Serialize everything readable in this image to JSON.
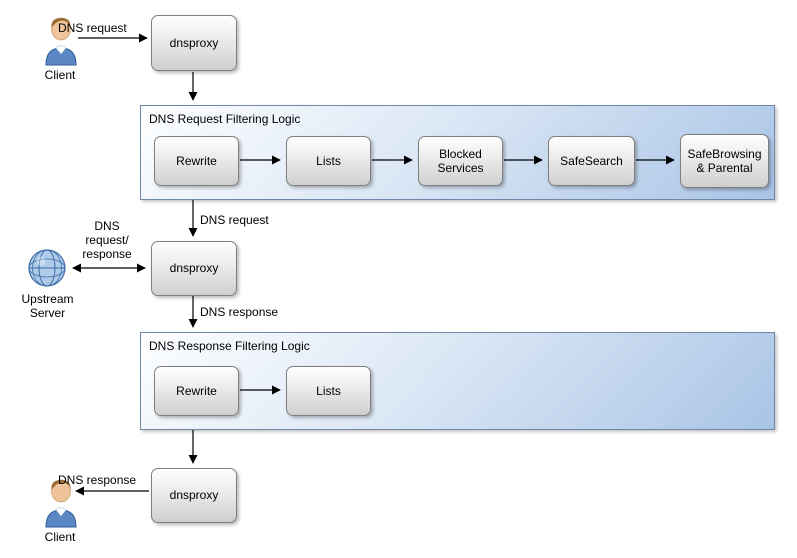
{
  "diagram": {
    "nodes": {
      "client_top": "Client",
      "client_bottom": "Client",
      "upstream": "Upstream\nServer",
      "dnsproxy1": "dnsproxy",
      "dnsproxy2": "dnsproxy",
      "dnsproxy3": "dnsproxy"
    },
    "request_logic": {
      "title": "DNS Request Filtering Logic",
      "steps": [
        "Rewrite",
        "Lists",
        "Blocked Services",
        "SafeSearch",
        "SafeBrowsing & Parental"
      ]
    },
    "response_logic": {
      "title": "DNS Response Filtering Logic",
      "steps": [
        "Rewrite",
        "Lists"
      ]
    },
    "labels": {
      "dns_request_top": "DNS request",
      "dns_request_mid": "DNS request",
      "upstream_exchange": "DNS\nrequest/\nresponse",
      "dns_response_mid": "DNS response",
      "dns_response_bottom": "DNS response"
    },
    "colors": {
      "container_fill": "#a9c4e6",
      "node_fill": "#e8e8e8",
      "arrow": "#000000"
    }
  }
}
